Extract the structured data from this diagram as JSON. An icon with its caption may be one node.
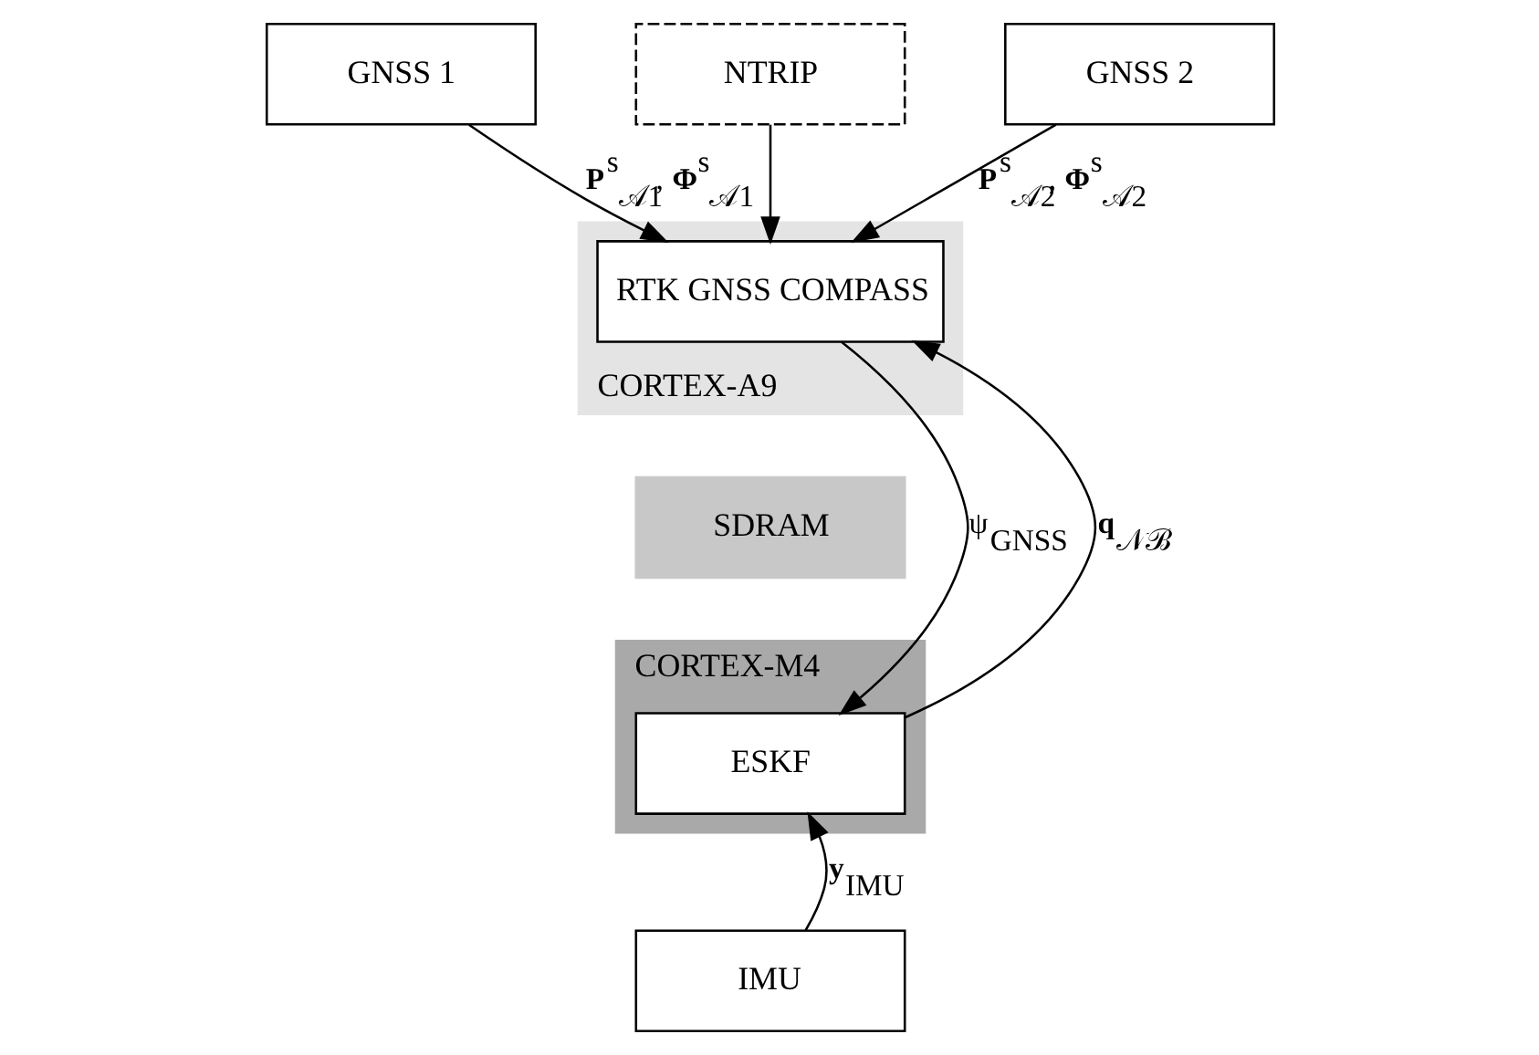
{
  "diagram": {
    "nodes": [
      {
        "text": [
          "GNSS 1"
        ]
      },
      {
        "text": [
          "NTRIP"
        ]
      },
      {
        "text": [
          "GNSS 2"
        ]
      },
      {
        "text": [
          "CORTEX-A9"
        ]
      },
      {
        "text": [
          "RTK GNSS COMPASS"
        ],
        "in": 3
      },
      {
        "text": [
          "SDRAM"
        ]
      },
      {
        "text": [
          "CORTEX-M4"
        ]
      },
      {
        "text": [
          "ESKF"
        ],
        "in": 6
      },
      {
        "text": [
          "IMU"
        ]
      }
    ],
    "edges": [
      {
        "from": 0,
        "to": 4,
        "arrow": "to",
        "label": "**P**$^{s}$$_{𝒜1}$, **Φ**$^{s}$$_{𝒜1}$"
      },
      {
        "from": 1,
        "to": 4,
        "arrow": "to"
      },
      {
        "from": 2,
        "to": 4,
        "arrow": "to",
        "label": "**P**$^{s}$$_{𝒜2}$, **Φ**$^{s}$$_{𝒜2}$"
      },
      {
        "from": 4,
        "to": 7,
        "arrow": "to",
        "label": "ψ$_{GNSS}$"
      },
      {
        "from": 7,
        "to": 4,
        "arrow": "to",
        "label": "**q**$_{𝒩ℬ}$"
      },
      {
        "from": 8,
        "to": 7,
        "arrow": "to",
        "label": "**y**$_{IMU}$"
      }
    ]
  }
}
